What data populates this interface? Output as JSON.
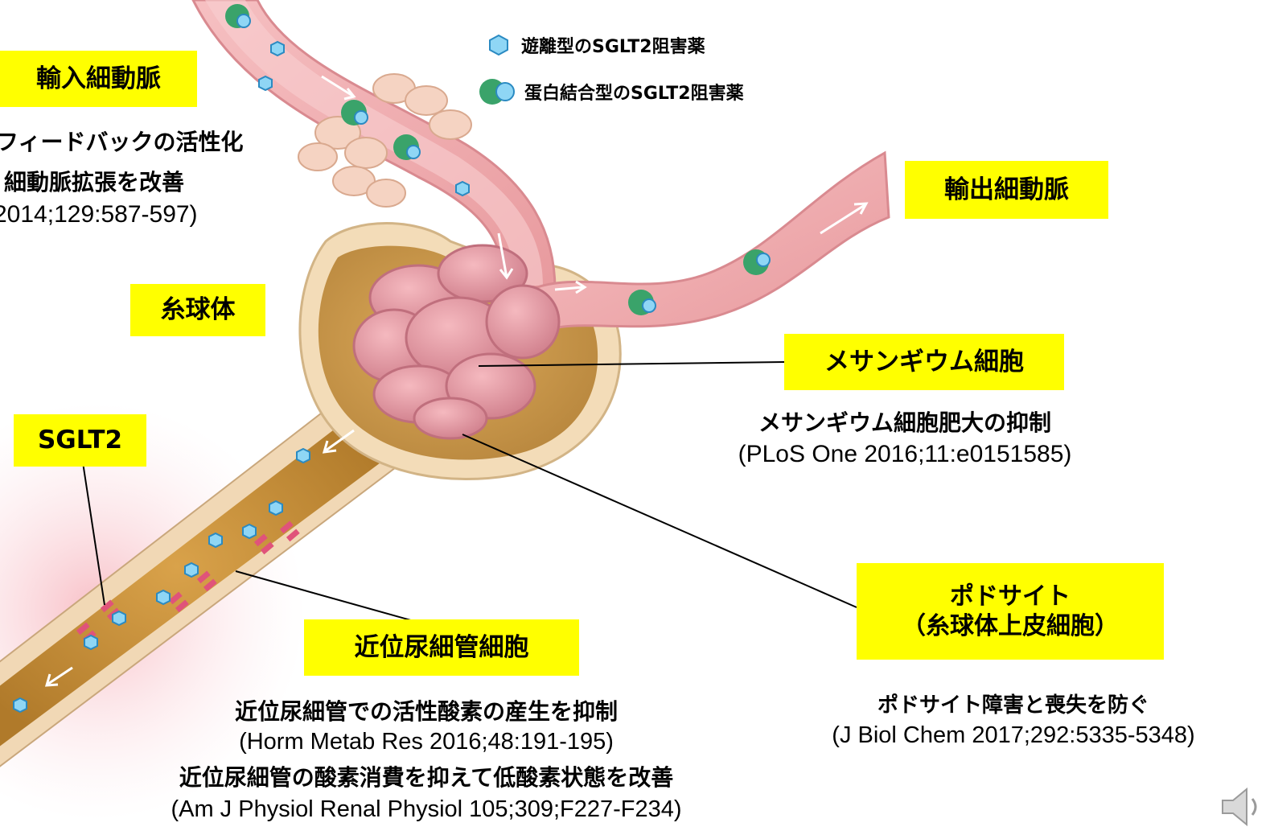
{
  "legend": {
    "free_drug": "遊離型のSGLT2阻害薬",
    "bound_drug": "蛋白結合型のSGLT2阻害薬"
  },
  "labels": {
    "afferent": "輸入細動脈",
    "efferent": "輸出細動脈",
    "glomerulus": "糸球体",
    "mesangial": "メサンギウム細胞",
    "sglt2": "SGLT2",
    "podocyte_line1": "ポドサイト",
    "podocyte_line2": "（糸球体上皮細胞）",
    "proximal": "近位尿細管細胞"
  },
  "notes": {
    "afferent_line1": "フィードバックの活性化",
    "afferent_line2": "細動脈拡張を改善",
    "afferent_cite": "2014;129:587-597)",
    "mesangial_text": "メサンギウム細胞肥大の抑制",
    "mesangial_cite": "(PLoS One 2016;11:e0151585)",
    "podocyte_text": "ポドサイト障害と喪失を防ぐ",
    "podocyte_cite": "(J Biol Chem 2017;292:5335-5348)",
    "proximal_text1": "近位尿細管での活性酸素の産生を抑制",
    "proximal_cite1": "(Horm Metab Res 2016;48:191-195)",
    "proximal_text2": "近位尿細管の酸素消費を抑えて低酸素状態を改善",
    "proximal_cite2": "(Am J Physiol Renal Physiol 105;309;F227-F234)"
  },
  "colors": {
    "label_bg": "#ffff00",
    "vessel": "#f0a8ab",
    "tubule_lumen": "#c8923a",
    "capsule": "#f3dcb8",
    "free_drug": "#4fb6e6",
    "bound_drug": "#3aa36a"
  },
  "icons": {
    "speaker": "speaker-icon"
  }
}
